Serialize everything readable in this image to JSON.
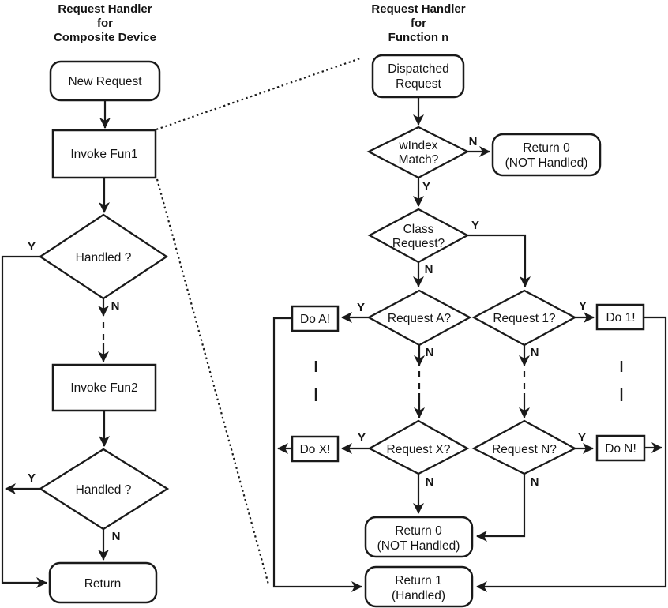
{
  "colors": {
    "line": "#1a1a1a",
    "background": "#ffffff",
    "text": "#141414"
  },
  "edge_labels": {
    "yes": "Y",
    "no": "N"
  },
  "left_chart": {
    "title": [
      "Request Handler",
      "for",
      "Composite Device"
    ],
    "new_request": "New Request",
    "invoke_fun1": "Invoke Fun1",
    "handled1": "Handled ?",
    "invoke_fun2": "Invoke Fun2",
    "handled2": "Handled ?",
    "return": "Return"
  },
  "right_chart": {
    "title": [
      "Request Handler",
      "for",
      "Function n"
    ],
    "dispatched": [
      "Dispatched",
      "Request"
    ],
    "windex_match": [
      "wIndex",
      "Match?"
    ],
    "return0": [
      "Return 0",
      "(NOT Handled)"
    ],
    "class_request": [
      "Class",
      "Request?"
    ],
    "request_a": "Request A?",
    "request_1": "Request 1?",
    "request_x": "Request X?",
    "request_n": "Request N?",
    "do_a": "Do A!",
    "do_1": "Do 1!",
    "do_x": "Do X!",
    "do_n": "Do N!",
    "return1": [
      "Return 1",
      "(Handled)"
    ]
  }
}
